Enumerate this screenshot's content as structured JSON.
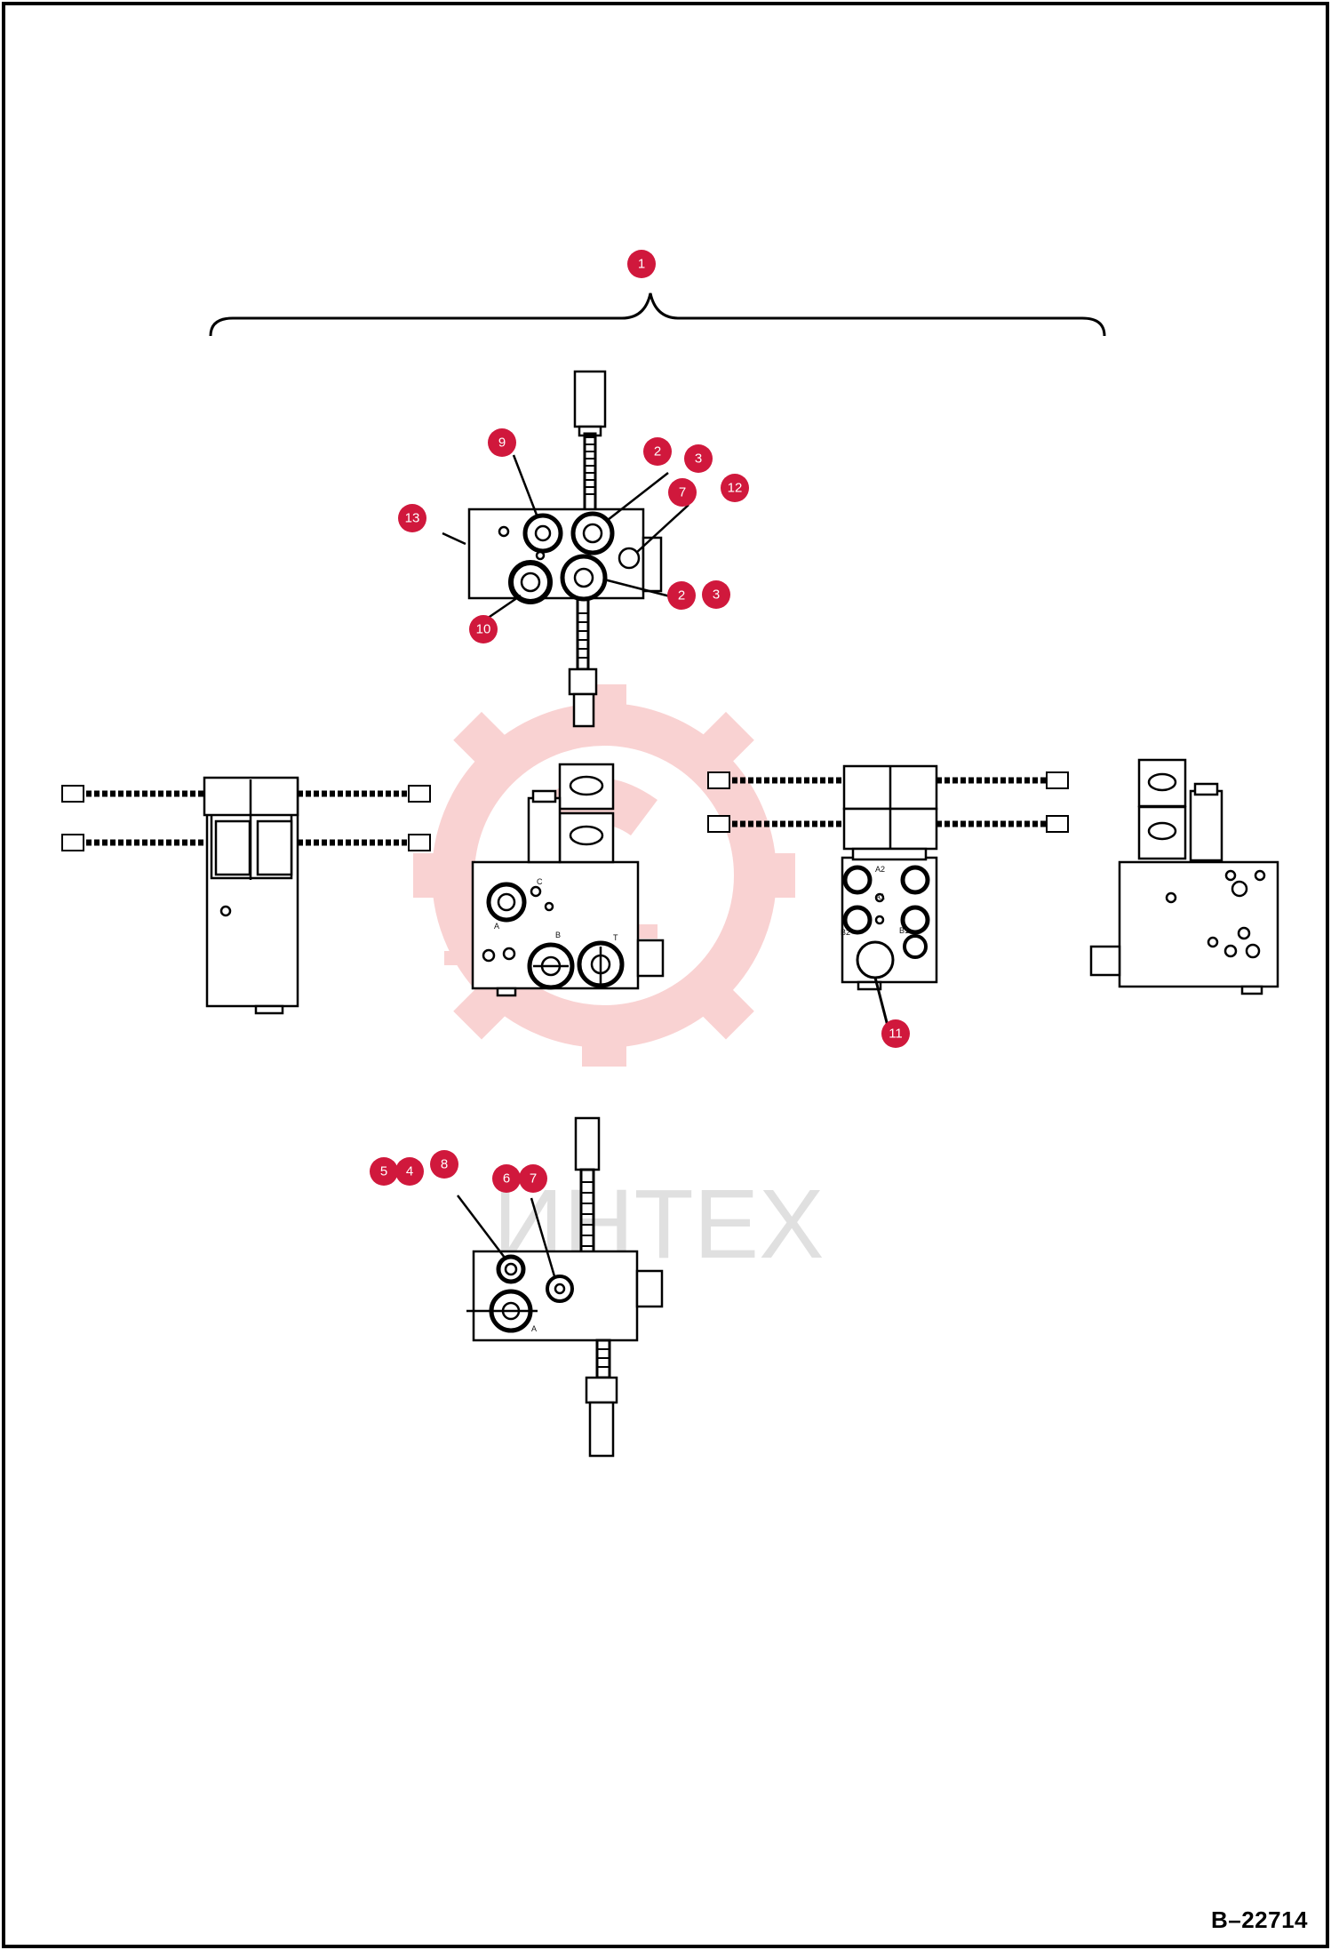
{
  "drawing_number": "B–22714",
  "watermark": {
    "text": "ИНТЕХ",
    "color": "#e8a0a0"
  },
  "callout_color": "#d0183c",
  "callouts": [
    {
      "id": "c1",
      "label": "1"
    },
    {
      "id": "c9",
      "label": "9"
    },
    {
      "id": "c2a",
      "label": "2"
    },
    {
      "id": "c3a",
      "label": "3"
    },
    {
      "id": "c7a",
      "label": "7"
    },
    {
      "id": "c12",
      "label": "12"
    },
    {
      "id": "c13",
      "label": "13"
    },
    {
      "id": "c2b",
      "label": "2"
    },
    {
      "id": "c3b",
      "label": "3"
    },
    {
      "id": "c10",
      "label": "10"
    },
    {
      "id": "c11",
      "label": "11"
    },
    {
      "id": "c5",
      "label": "5"
    },
    {
      "id": "c4",
      "label": "4"
    },
    {
      "id": "c8",
      "label": "8"
    },
    {
      "id": "c6",
      "label": "6"
    },
    {
      "id": "c7b",
      "label": "7"
    }
  ],
  "port_labels": {
    "front_a": "A",
    "front_b": "B",
    "front_t": "T",
    "front_c": "C",
    "side_a1": "A1",
    "side_a2": "A2",
    "side_b1": "B1",
    "side_b2": "B2",
    "bottom_a": "A"
  }
}
